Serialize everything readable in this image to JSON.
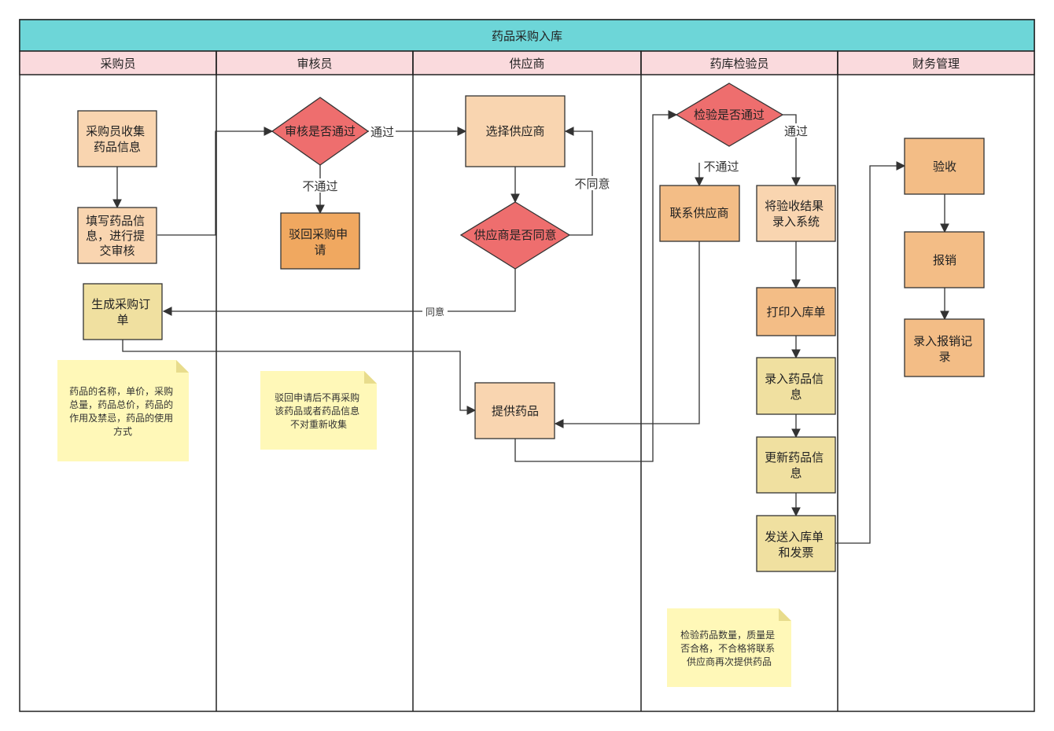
{
  "title": "药品采购入库",
  "lanes": [
    "采购员",
    "审核员",
    "供应商",
    "药库检验员",
    "财务管理"
  ],
  "nodes": {
    "collect": [
      "采购员收集",
      "药品信息"
    ],
    "fill": [
      "填写药品信",
      "息，进行提",
      "交审核"
    ],
    "review_decision": [
      "审核是否通过"
    ],
    "reject": [
      "驳回采购申",
      "请"
    ],
    "order": [
      "生成采购订",
      "单"
    ],
    "select_supplier": [
      "选择供应商"
    ],
    "supplier_agree": [
      "供应商是否同意"
    ],
    "provide": [
      "提供药品"
    ],
    "inspect_decision": [
      "检验是否通过"
    ],
    "contact_supplier": [
      "联系供应商"
    ],
    "enter_result": [
      "将验收结果",
      "录入系统"
    ],
    "print_receipt": [
      "打印入库单"
    ],
    "enter_drug": [
      "录入药品信",
      "息"
    ],
    "update_drug": [
      "更新药品信",
      "息"
    ],
    "send_receipt": [
      "发送入库单",
      "和发票"
    ],
    "acceptance": [
      "验收"
    ],
    "reimburse": [
      "报销"
    ],
    "record_reimburse": [
      "录入报销记",
      "录"
    ]
  },
  "edge_labels": {
    "review_pass": "通过",
    "review_fail": "不通过",
    "supplier_disagree": "不同意",
    "supplier_agree": "同意",
    "inspect_fail": "不通过",
    "inspect_pass": "通过"
  },
  "notes": {
    "purchaser_note": [
      "药品的名称，单价，采购",
      "总量，药品总价，药品的",
      "作用及禁忌，药品的使用",
      "方式"
    ],
    "reviewer_note": [
      "驳回申请后不再采购",
      "该药品或者药品信息",
      "不对重新收集"
    ],
    "inspector_note": [
      "检验药品数量，质量是",
      "否合格，不合格将联系",
      "供应商再次提供药品"
    ]
  },
  "colors": {
    "title_bg": "#6DD6D8",
    "lane_header_bg": "#FADADD",
    "peach": "#F9D5B0",
    "orange": "#F3BD86",
    "dark_orange": "#F0A860",
    "khaki": "#F0E0A0",
    "decision": "#EE6E6E",
    "note": "#FFF8B8"
  }
}
